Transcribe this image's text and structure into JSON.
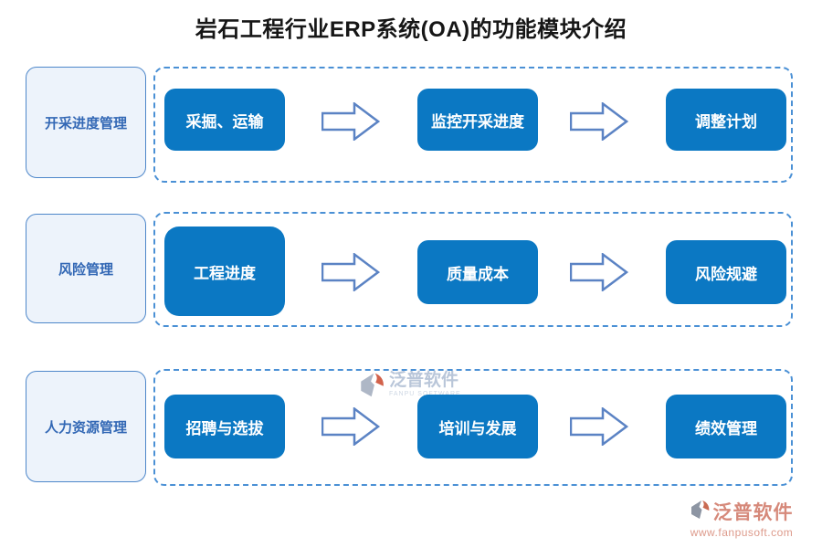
{
  "title": "岩石工程行业ERP系统(OA)的功能模块介绍",
  "rows": [
    {
      "label": "开采进度管理",
      "steps": [
        "采掘、运输",
        "监控开采进度",
        "调整计划"
      ]
    },
    {
      "label": "风险管理",
      "steps": [
        "工程进度",
        "质量成本",
        "风险规避"
      ]
    },
    {
      "label": "人力资源管理",
      "steps": [
        "招聘与选拔",
        "培训与发展",
        "绩效管理"
      ]
    }
  ],
  "watermark": {
    "name": "泛普软件",
    "subtitle": "FANPU SOFTWARE"
  },
  "footer": {
    "brand": "泛普软件",
    "url": "www.fanpusoft.com"
  },
  "colors": {
    "step_fill": "#0b78c3",
    "panel_dash": "#4a90d5",
    "label_bg": "#edf3fb",
    "label_border": "#4e87ca",
    "label_text": "#3368b5",
    "arrow_stroke": "#5b83c4",
    "brand_salmon": "#d6897a"
  }
}
